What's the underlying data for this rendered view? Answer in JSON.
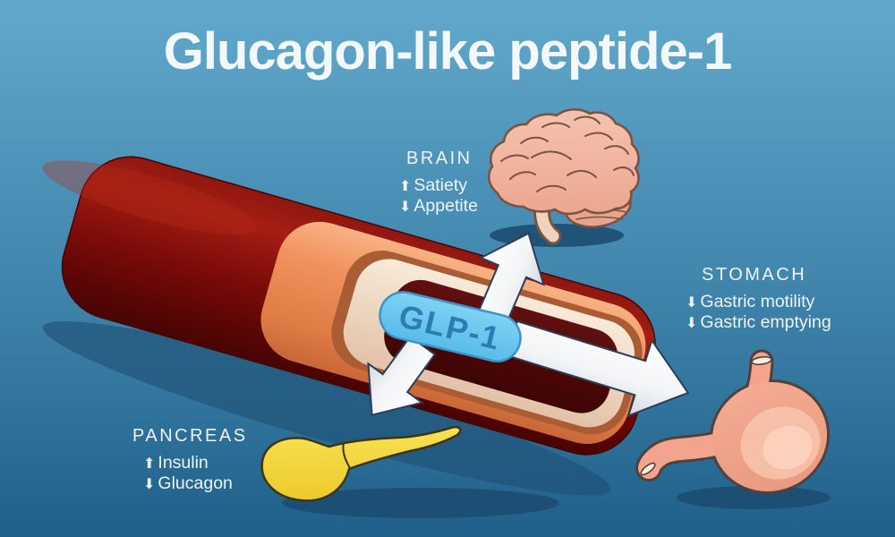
{
  "title": "Glucagon-like peptide-1",
  "molecule": {
    "label": "GLP-1"
  },
  "icons": {
    "increase": "⬆",
    "decrease": "⬇"
  },
  "targets": [
    {
      "name": "BRAIN",
      "effects": [
        {
          "dir": "increase",
          "label": "Satiety"
        },
        {
          "dir": "decrease",
          "label": "Appetite"
        }
      ]
    },
    {
      "name": "STOMACH",
      "effects": [
        {
          "dir": "decrease",
          "label": "Gastric motility"
        },
        {
          "dir": "decrease",
          "label": "Gastric emptying"
        }
      ]
    },
    {
      "name": "PANCREAS",
      "effects": [
        {
          "dir": "increase",
          "label": "Insulin"
        },
        {
          "dir": "decrease",
          "label": "Glucagon"
        }
      ]
    }
  ],
  "colors": {
    "background_top": "#61a9cc",
    "background_bottom": "#1f608a",
    "vessel_outer_red": "#8a0f0c",
    "vessel_media_orange": "#f0925c",
    "vessel_intima_cream": "#f2ddc9",
    "vessel_lumen": "#4f0707",
    "pill_fill": "#65c7f0",
    "pill_text": "#2d7cb3",
    "brain_fill": "#f2b6a3",
    "stomach_fill": "#f2a58c",
    "pancreas_fill": "#f4d63b",
    "arrow_fill": "#ffffff",
    "label_text": "#eef4f8"
  }
}
